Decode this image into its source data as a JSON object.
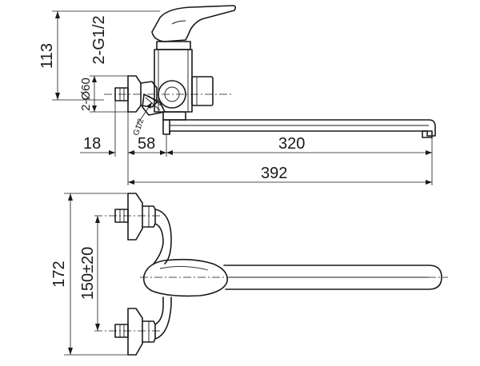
{
  "dimensions": {
    "height_top": "113",
    "inlet_thread": "2-G1/2",
    "flange_dia": "2-Ø60",
    "pipe_thread": "G1/2",
    "offset_18": "18",
    "offset_58": "58",
    "spout_320": "320",
    "total_392": "392",
    "height_172": "172",
    "centers_150": "150±20"
  }
}
